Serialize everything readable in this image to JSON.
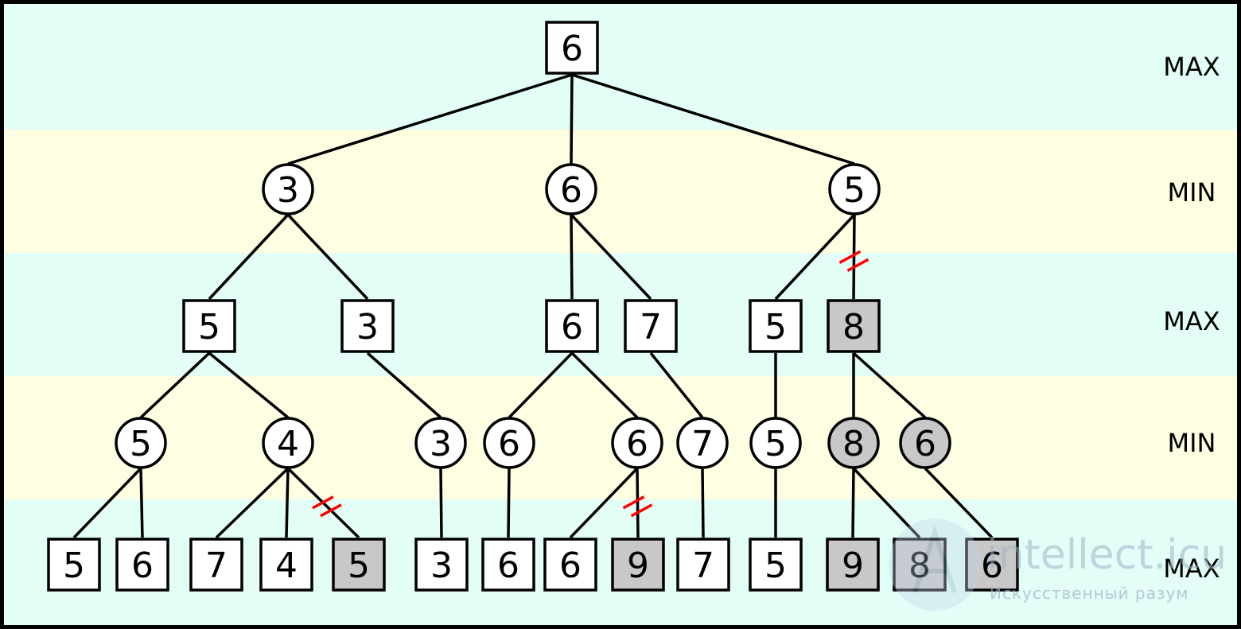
{
  "levels": [
    "MAX",
    "MIN",
    "MAX",
    "MIN",
    "MAX"
  ],
  "colors": {
    "band_max": "#e2fef7",
    "band_min": "#fefee2",
    "node_fill": "#ffffff",
    "pruned_fill": "#c8c8c8",
    "edge": "#000000",
    "cut_mark": "#ff0000"
  },
  "nodes": [
    {
      "id": "r",
      "shape": "square",
      "value": "6",
      "pruned": false
    },
    {
      "id": "a",
      "shape": "circle",
      "value": "3",
      "pruned": false,
      "parent": "r"
    },
    {
      "id": "b",
      "shape": "circle",
      "value": "6",
      "pruned": false,
      "parent": "r"
    },
    {
      "id": "c",
      "shape": "circle",
      "value": "5",
      "pruned": false,
      "parent": "r"
    },
    {
      "id": "a1",
      "shape": "square",
      "value": "5",
      "pruned": false,
      "parent": "a"
    },
    {
      "id": "a2",
      "shape": "square",
      "value": "3",
      "pruned": false,
      "parent": "a"
    },
    {
      "id": "b1",
      "shape": "square",
      "value": "6",
      "pruned": false,
      "parent": "b"
    },
    {
      "id": "b2",
      "shape": "square",
      "value": "7",
      "pruned": false,
      "parent": "b"
    },
    {
      "id": "c1",
      "shape": "square",
      "value": "5",
      "pruned": false,
      "parent": "c"
    },
    {
      "id": "c2",
      "shape": "square",
      "value": "8",
      "pruned": true,
      "parent": "c",
      "cut": true
    },
    {
      "id": "a1a",
      "shape": "circle",
      "value": "5",
      "pruned": false,
      "parent": "a1"
    },
    {
      "id": "a1b",
      "shape": "circle",
      "value": "4",
      "pruned": false,
      "parent": "a1"
    },
    {
      "id": "a2a",
      "shape": "circle",
      "value": "3",
      "pruned": false,
      "parent": "a2"
    },
    {
      "id": "b1a",
      "shape": "circle",
      "value": "6",
      "pruned": false,
      "parent": "b1"
    },
    {
      "id": "b1b",
      "shape": "circle",
      "value": "6",
      "pruned": false,
      "parent": "b1"
    },
    {
      "id": "b2a",
      "shape": "circle",
      "value": "7",
      "pruned": false,
      "parent": "b2"
    },
    {
      "id": "c1a",
      "shape": "circle",
      "value": "5",
      "pruned": false,
      "parent": "c1"
    },
    {
      "id": "c2a",
      "shape": "circle",
      "value": "8",
      "pruned": true,
      "parent": "c2"
    },
    {
      "id": "c2b",
      "shape": "circle",
      "value": "6",
      "pruned": true,
      "parent": "c2"
    },
    {
      "id": "l1",
      "shape": "square",
      "value": "5",
      "pruned": false,
      "parent": "a1a"
    },
    {
      "id": "l2",
      "shape": "square",
      "value": "6",
      "pruned": false,
      "parent": "a1a"
    },
    {
      "id": "l3",
      "shape": "square",
      "value": "7",
      "pruned": false,
      "parent": "a1b"
    },
    {
      "id": "l4",
      "shape": "square",
      "value": "4",
      "pruned": false,
      "parent": "a1b"
    },
    {
      "id": "l5",
      "shape": "square",
      "value": "5",
      "pruned": true,
      "parent": "a1b",
      "cut": true
    },
    {
      "id": "l6",
      "shape": "square",
      "value": "3",
      "pruned": false,
      "parent": "a2a"
    },
    {
      "id": "l7",
      "shape": "square",
      "value": "6",
      "pruned": false,
      "parent": "b1a"
    },
    {
      "id": "l8",
      "shape": "square",
      "value": "6",
      "pruned": false,
      "parent": "b1b"
    },
    {
      "id": "l9",
      "shape": "square",
      "value": "9",
      "pruned": true,
      "parent": "b1b",
      "cut": true
    },
    {
      "id": "l10",
      "shape": "square",
      "value": "7",
      "pruned": false,
      "parent": "b2a"
    },
    {
      "id": "l11",
      "shape": "square",
      "value": "5",
      "pruned": false,
      "parent": "c1a"
    },
    {
      "id": "l12",
      "shape": "square",
      "value": "9",
      "pruned": true,
      "parent": "c2a"
    },
    {
      "id": "l13",
      "shape": "square",
      "value": "8",
      "pruned": true,
      "parent": "c2a"
    },
    {
      "id": "l14",
      "shape": "square",
      "value": "6",
      "pruned": true,
      "parent": "c2b"
    }
  ],
  "watermark": {
    "title": "intellect.icu",
    "subtitle": "Искусственный разум"
  }
}
